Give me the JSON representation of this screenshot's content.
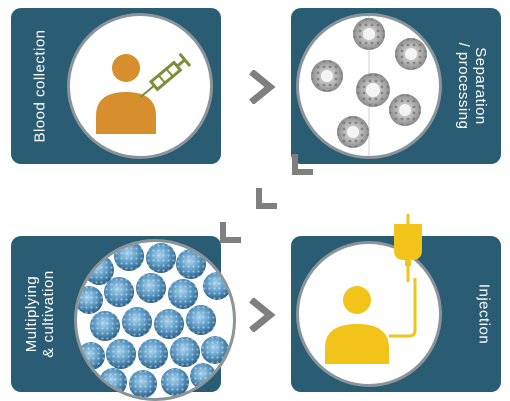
{
  "steps": {
    "blood_collection": {
      "label": "Blood collection"
    },
    "separation": {
      "label_line1": "Separation",
      "label_line2": "/ processing"
    },
    "multiplying": {
      "label_line1": "Multiplying",
      "label_line2": "& cultivation"
    },
    "injection": {
      "label": "Injection"
    }
  },
  "colors": {
    "panel": "#2a5d73",
    "person_orange": "#d68f2c",
    "syringe_green": "#7a8f3a",
    "person_yellow": "#f2c318",
    "arrow_gray": "#7f7f7f",
    "cell_blue": "#4a89b8"
  },
  "icons": [
    "person-icon",
    "syringe-icon",
    "cells-icon",
    "iv-bag-icon",
    "chevron-right-icon",
    "chevron-down-left-icon"
  ]
}
